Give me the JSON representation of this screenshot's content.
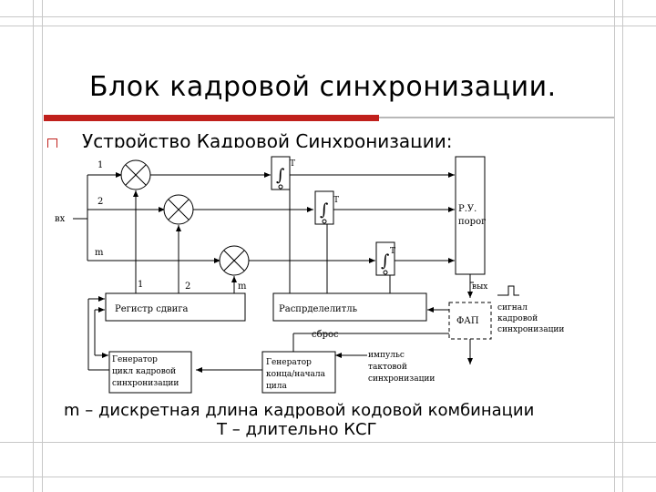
{
  "slide": {
    "title": "Блок кадровой синхронизации.",
    "subtitle": "Устройство Кадровой Синхронизации:",
    "caption_line1": "m – дискретная длина кадровой кодовой комбинации",
    "caption_line2": "T – длительно КСГ"
  },
  "colors": {
    "accent": "#c0201c",
    "frame": "#c8c8c8"
  },
  "diagram": {
    "input_label": "вх",
    "channel_1": "1",
    "channel_2": "2",
    "channel_m": "m",
    "integrator_T1": "T",
    "integrator_T2": "T",
    "integrator_T3": "T",
    "integrator_symbol": "∫",
    "ru_label_line1": "Р.У.",
    "ru_label_line2": "порог",
    "output_label": "вых",
    "reg_tap_1": "1",
    "reg_tap_2": "2",
    "reg_tap_m": "m",
    "shift_register": "Регистр сдвига",
    "distributor": "Распрделелитль",
    "reset_label": "сброс",
    "pll_label": "ФАП",
    "sync_signal_line1": "сигнал",
    "sync_signal_line2": "кадровой",
    "sync_signal_line3": "синхронизации",
    "gen_cycle_line1": "Генератор",
    "gen_cycle_line2": "цикл кадровой",
    "gen_cycle_line3": "синхронизации",
    "gen_end_line1": "Генератор",
    "gen_end_line2": "конца/начала",
    "gen_end_line3": "цила",
    "clock_line1": "импульс",
    "clock_line2": "тактовой",
    "clock_line3": "синхронизации"
  }
}
